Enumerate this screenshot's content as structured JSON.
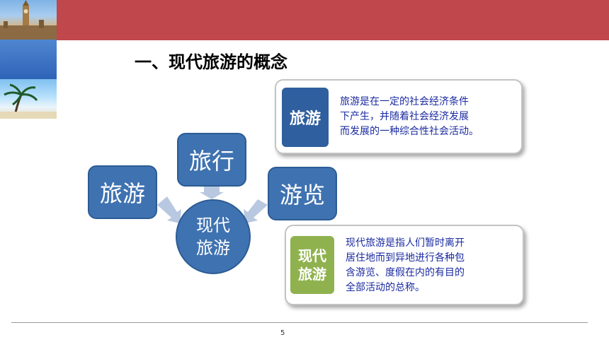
{
  "slide": {
    "title": "一、现代旅游的概念",
    "page_number": "5"
  },
  "diagram": {
    "left_box": "旅游",
    "top_box": "旅行",
    "right_box": "游览",
    "center_line1": "现代",
    "center_line2": "旅游"
  },
  "definitions": [
    {
      "badge_line1": "旅游",
      "text_lines": [
        "旅游是在一定的社会经济条件",
        "下产生，并随着社会经济发展",
        "而发展的一种综合性社会活动。"
      ],
      "badge_color": "#2f5f9e"
    },
    {
      "badge_line1": "现代",
      "badge_line2": "旅游",
      "text_lines": [
        "现代旅游是指人们暂时离开",
        "居住地而到异地进行各种包",
        "含游览、度假在内的有目的",
        "全部活动的总称。"
      ],
      "badge_color": "#8fb24e"
    }
  ],
  "colors": {
    "header_bar": "#c0474b",
    "box_blue": "#3f72b0",
    "text_blue": "#1a2aa0"
  }
}
